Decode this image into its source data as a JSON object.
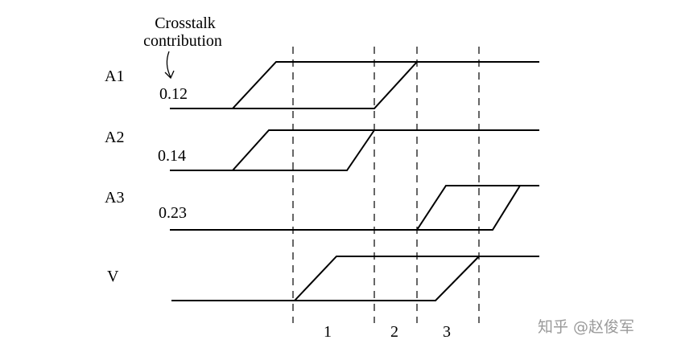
{
  "annotation": {
    "line1": "Crosstalk",
    "line2": "contribution",
    "arrow_icon": "down-arrow-icon"
  },
  "signals": [
    {
      "name": "A1",
      "value": "0.12"
    },
    {
      "name": "A2",
      "value": "0.14"
    },
    {
      "name": "A3",
      "value": "0.23"
    },
    {
      "name": "V",
      "value": ""
    }
  ],
  "intervals": [
    "1",
    "2",
    "3"
  ],
  "watermark": "知乎 @赵俊军",
  "colors": {
    "stroke": "#000000",
    "watermark": "#9a9a9a",
    "background": "#ffffff"
  }
}
